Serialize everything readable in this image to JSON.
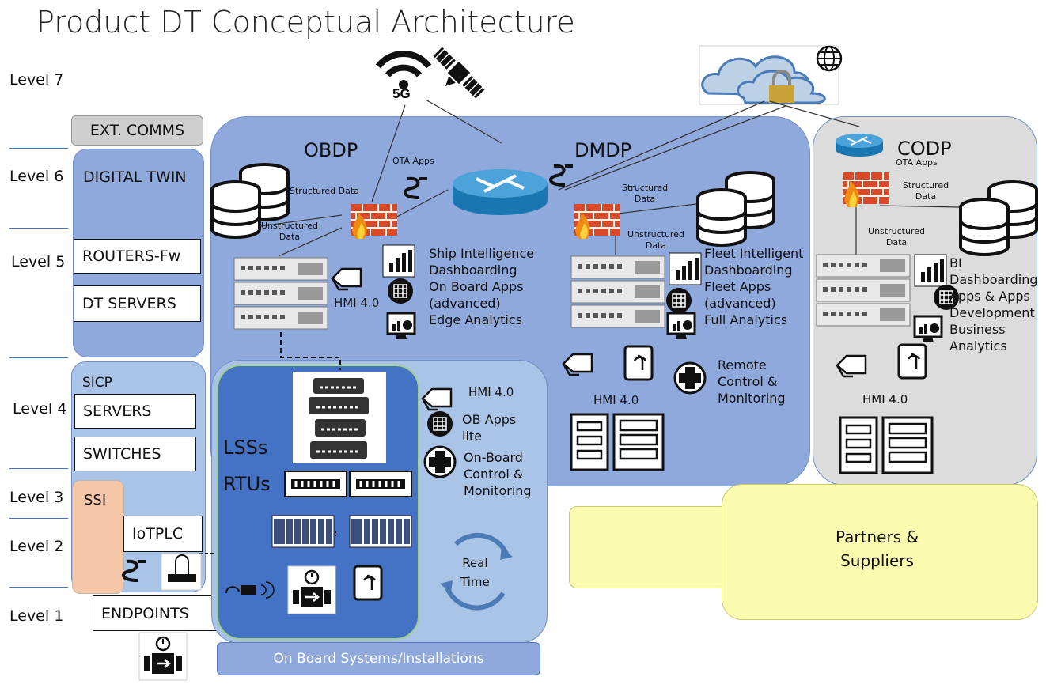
{
  "title": "Product DT Conceptual Architecture",
  "levels": [
    "Level 7",
    "Level 6",
    "Level 5",
    "Level 4",
    "Level 3",
    "Level 2",
    "Level 1"
  ],
  "left_stack": {
    "ext_comms": "EXT. COMMS",
    "digital_twin": "DIGITAL TWIN",
    "routers_fw": "ROUTERS-Fw",
    "dt_servers": "DT SERVERS",
    "sicp": "SICP",
    "servers": "SERVERS",
    "switches": "SWITCHES",
    "ssi": "SSI",
    "iotplc": "IoTPLC",
    "endpoints": "ENDPOINTS"
  },
  "network": {
    "five_g": "5G",
    "ota_apps": "OTA Apps"
  },
  "obdp": {
    "title": "OBDP",
    "structured": "Structured Data",
    "unstructured": "Unstructured Data",
    "hmi": "HMI 4.0",
    "apps": [
      "Ship Intelligence",
      "Dashboarding",
      "On Board Apps",
      "(advanced)",
      "Edge Analytics"
    ]
  },
  "dmdp": {
    "title": "DMDP",
    "structured": "Structured Data",
    "unstructured": "Unstructured Data",
    "hmi": "HMI 4.0",
    "apps": [
      "Fleet Intelligent",
      "Dashboarding",
      "Fleet Apps",
      "(advanced)",
      "Full Analytics"
    ],
    "remote": [
      "Remote",
      "Control &",
      "Monitoring"
    ]
  },
  "codp": {
    "title": "CODP",
    "ota_apps": "OTA Apps",
    "structured": "Structured Data",
    "unstructured": "Unstructured Data",
    "hmi": "HMI 4.0",
    "apps": [
      "BI",
      "Dashboarding",
      "Apps & Apps",
      "Development",
      "Business",
      "Analytics"
    ]
  },
  "onboard": {
    "lsss": "LSSs",
    "rtus": "RTUs",
    "hmi": "HMI 4.0",
    "ob_apps": [
      "OB Apps",
      "lite"
    ],
    "control": [
      "On-Board",
      "Control &",
      "Monitoring"
    ],
    "realtime": [
      "Real",
      "Time"
    ],
    "footer": "On Board Systems/Installations"
  },
  "partners": [
    "Partners &",
    "Suppliers"
  ],
  "colors": {
    "panel_blue": "#8fa9dc",
    "light_blue": "#aac4e8",
    "lsss_blue": "#4472c4",
    "grey": "#dcdcdc",
    "yellow": "#fbfbaf",
    "ssi": "#f6c6a8"
  }
}
